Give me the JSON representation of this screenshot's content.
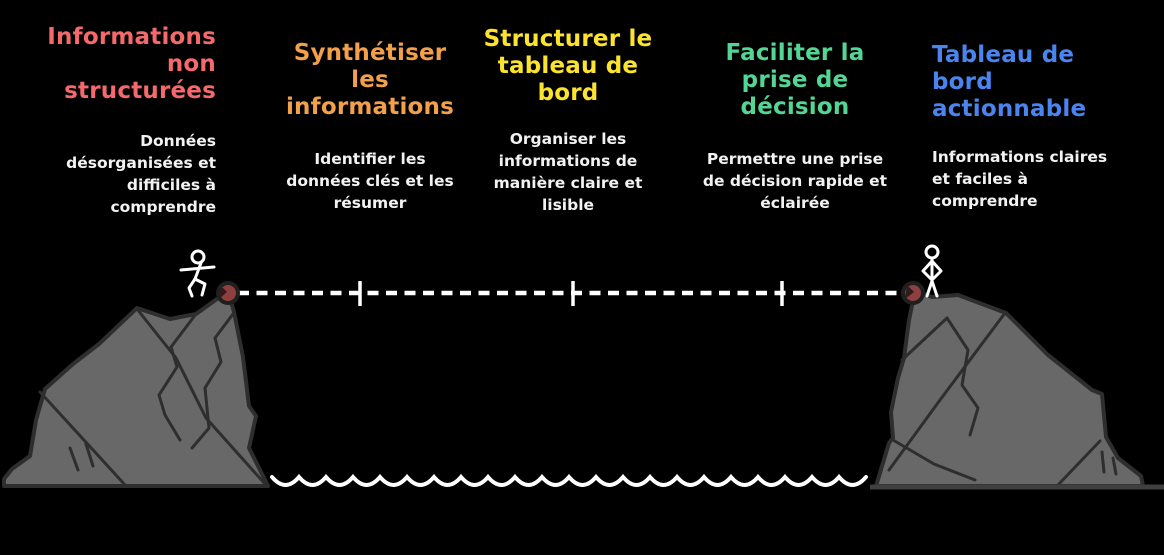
{
  "diagram": {
    "background_color": "#000000",
    "steps": [
      {
        "title": "Informations\nnon\nstructurées",
        "description": "Données\ndésorganisées et\ndifficiles à\ncomprendre",
        "color": "#f4696b"
      },
      {
        "title": "Synthétiser\nles\ninformations",
        "description": "Identifier les\ndonnées clés et les\nrésumer",
        "color": "#f2a04a"
      },
      {
        "title": "Structurer le\ntableau de\nbord",
        "description": "Organiser les\ninformations de\nmanière claire et\nlisible",
        "color": "#fbe32e"
      },
      {
        "title": "Faciliter la\nprise de\ndécision",
        "description": "Permettre une prise\nde décision rapide et\néclairée",
        "color": "#53d694"
      },
      {
        "title": "Tableau de\nbord\nactionnable",
        "description": "Informations claires\net faciles à\ncomprendre",
        "color": "#4a85ef"
      }
    ],
    "scene": {
      "cliff_fill": "#686868",
      "cliff_outline": "#2e2e2e",
      "ground_line_color": "#3f3f3f",
      "anchor_fill": "#8e3f3f",
      "anchor_outline": "#1f1f1f",
      "rope_color": "#ffffff",
      "figure_color": "#ffffff",
      "water_color": "#ffffff"
    }
  }
}
